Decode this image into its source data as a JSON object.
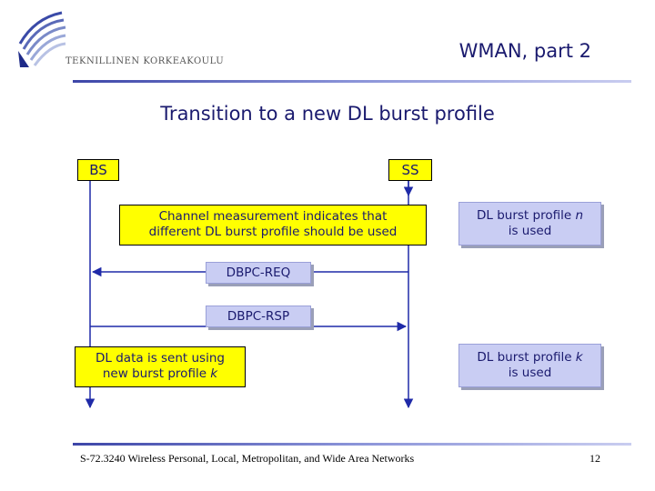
{
  "header": {
    "university": "TEKNILLINEN KORKEAKOULU",
    "title": "WMAN, part 2"
  },
  "slide": {
    "title": "Transition to a new DL burst profile"
  },
  "diagram": {
    "actors": {
      "bs": "BS",
      "ss": "SS"
    },
    "ss_note": {
      "line1": "Channel measurement indicates that",
      "line2": "different DL burst profile should be used"
    },
    "profile_n": {
      "prefix": "DL burst profile ",
      "var": "n",
      "line2": "is used"
    },
    "messages": {
      "req": "DBPC-REQ",
      "rsp": "DBPC-RSP"
    },
    "bs_note": {
      "line1": "DL data is sent using",
      "prefix": "new burst profile ",
      "var": "k"
    },
    "profile_k": {
      "prefix": "DL burst profile ",
      "var": "k",
      "line2": "is used"
    }
  },
  "footer": {
    "course": "S-72.3240 Wireless Personal, Local, Metropolitan, and Wide Area Networks",
    "page": "12"
  },
  "colors": {
    "text": "#1a1a6e",
    "yellow": "#ffff00",
    "lavender": "#c9cdf3",
    "arrow": "#1f2aa8"
  }
}
